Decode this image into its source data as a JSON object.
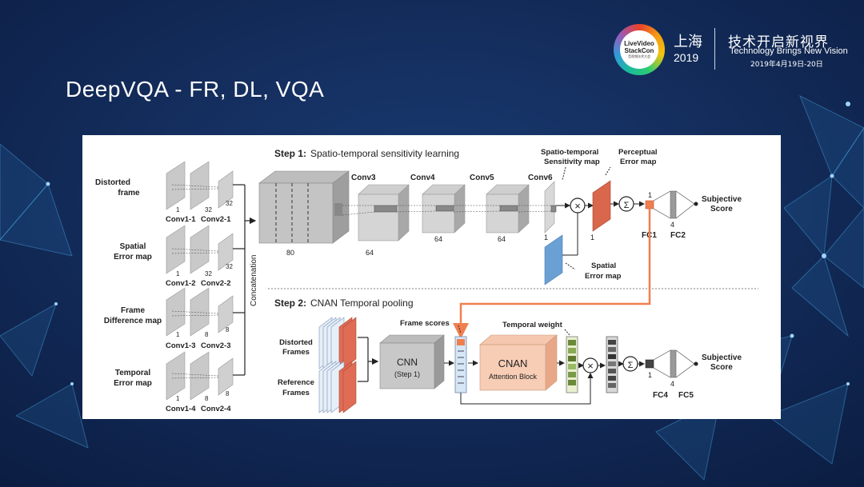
{
  "slide": {
    "title": "DeepVQA - FR, DL, VQA",
    "background_color": "#0f2450"
  },
  "header": {
    "logo_line1": "LiveVideo",
    "logo_line2": "StackCon",
    "logo_sub": "音视频技术大会",
    "city": "上海",
    "year": "2019",
    "slogan_cn": "技术开启新视界",
    "slogan_en": "Technology Brings New Vision",
    "date": "2019年4月19日-20日"
  },
  "diagram": {
    "step1_label": "Step 1:",
    "step1_desc": "Spatio-temporal sensitivity learning",
    "step2_label": "Step 2:",
    "step2_desc": "CNAN Temporal pooling",
    "inputs": [
      {
        "label1": "Distorted",
        "label2": "frame",
        "c1": "Conv1-1",
        "c2": "Conv2-1",
        "n1": "1",
        "n2": "32",
        "n3": "32"
      },
      {
        "label1": "Spatial",
        "label2": "Error map",
        "c1": "Conv1-2",
        "c2": "Conv2-2",
        "n1": "1",
        "n2": "32",
        "n3": "32"
      },
      {
        "label1": "Frame",
        "label2": "Difference map",
        "c1": "Conv1-3",
        "c2": "Conv2-3",
        "n1": "1",
        "n2": "8",
        "n3": "8"
      },
      {
        "label1": "Temporal",
        "label2": "Error map",
        "c1": "Conv1-4",
        "c2": "Conv2-4",
        "n1": "1",
        "n2": "8",
        "n3": "8"
      }
    ],
    "concatenation": "Concatenation",
    "block80": "80",
    "conv3": "Conv3",
    "conv3_n": "64",
    "conv4": "Conv4",
    "conv4_n": "64",
    "conv5": "Conv5",
    "conv5_n": "64",
    "conv6": "Conv6",
    "conv6_n": "1",
    "sens_map1": "Spatio-temporal",
    "sens_map2": "Sensitivity map",
    "perc_map1": "Perceptual",
    "perc_map2": "Error map",
    "perc_n": "1",
    "spatial_err1": "Spatial",
    "spatial_err2": "Error map",
    "fc1": "FC1",
    "fc1_n": "1",
    "fc2": "FC2",
    "fc2_n": "4",
    "subj1": "Subjective",
    "subj2": "Score",
    "dist_frames1": "Distorted",
    "dist_frames2": "Frames",
    "ref_frames1": "Reference",
    "ref_frames2": "Frames",
    "cnn": "CNN",
    "cnn_sub": "(Step 1)",
    "frame_scores": "Frame scores",
    "temporal_weight": "Temporal weight",
    "cnan": "CNAN",
    "cnan_sub": "Attention Block",
    "fc4": "FC4",
    "fc4_n": "1",
    "fc5": "FC5",
    "fc5_n": "4",
    "subj3": "Subjective",
    "subj4": "Score",
    "multiply": "×",
    "sum": "Σ"
  }
}
